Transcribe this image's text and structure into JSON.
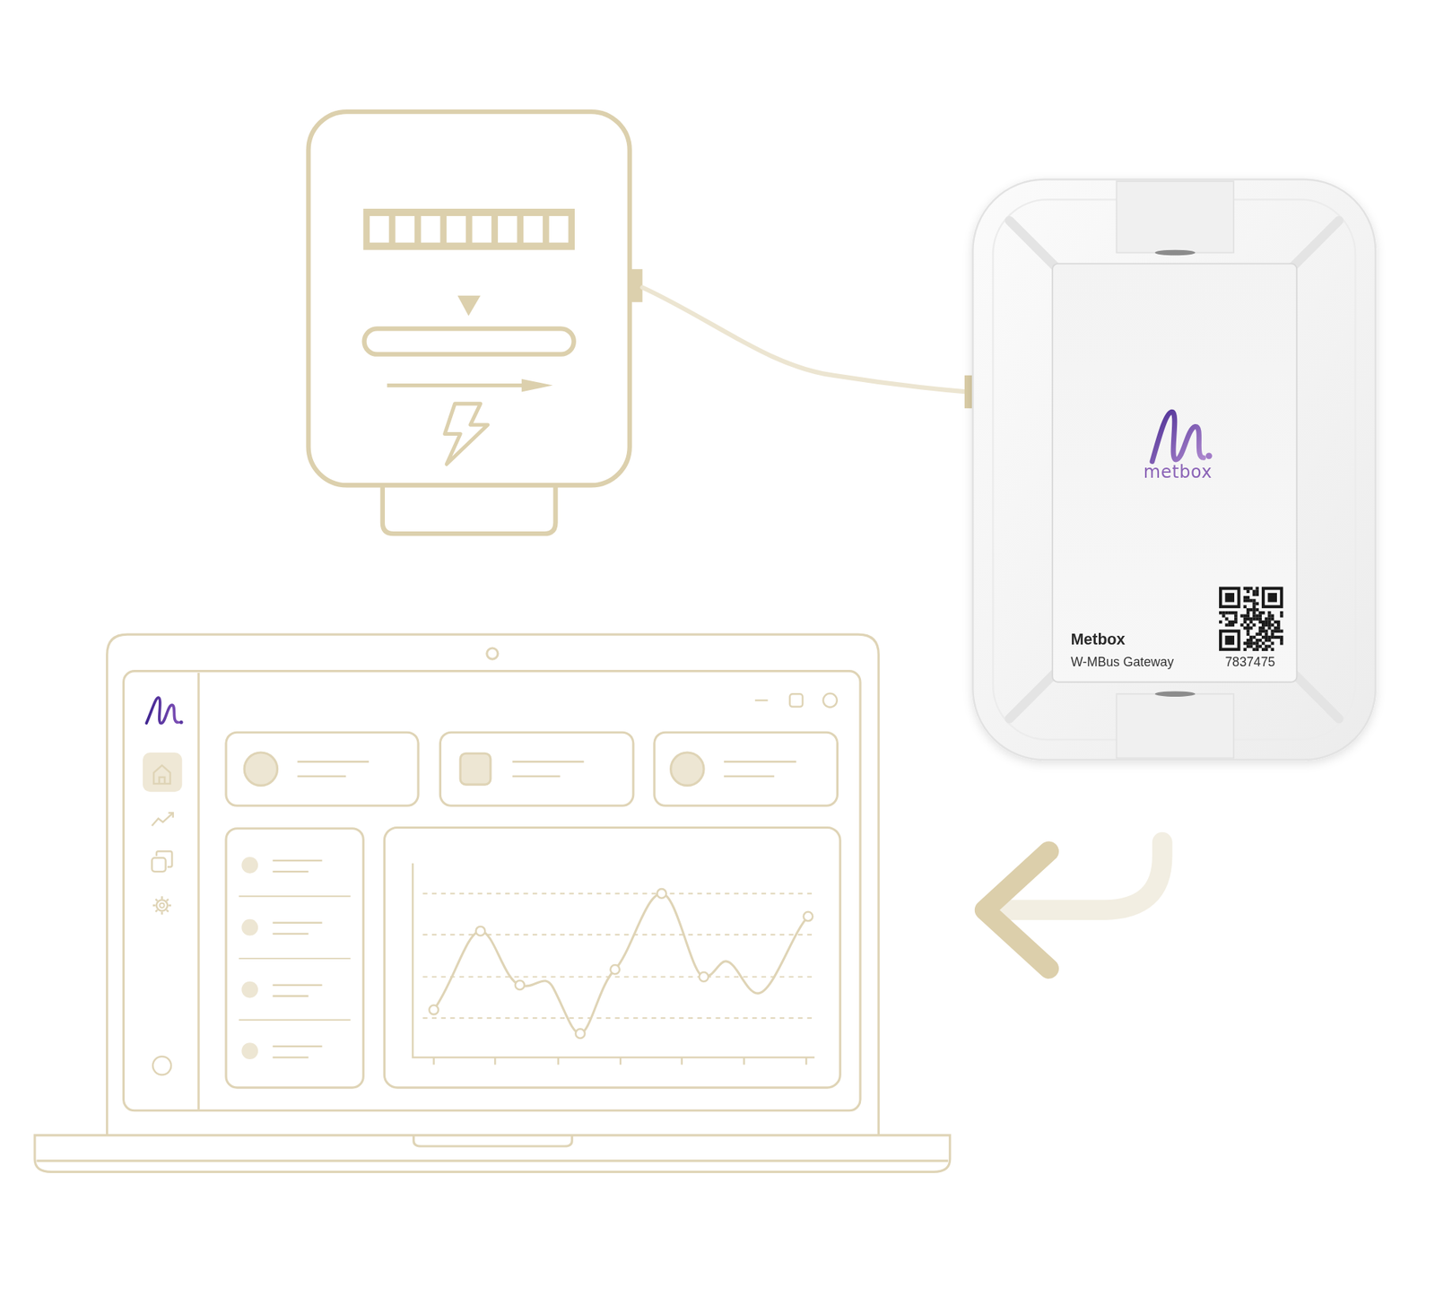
{
  "diagram": {
    "nodes": [
      {
        "text": [
          "metbox",
          "Metbox",
          "W-MBus Gateway",
          "7837475"
        ]
      }
    ]
  }
}
